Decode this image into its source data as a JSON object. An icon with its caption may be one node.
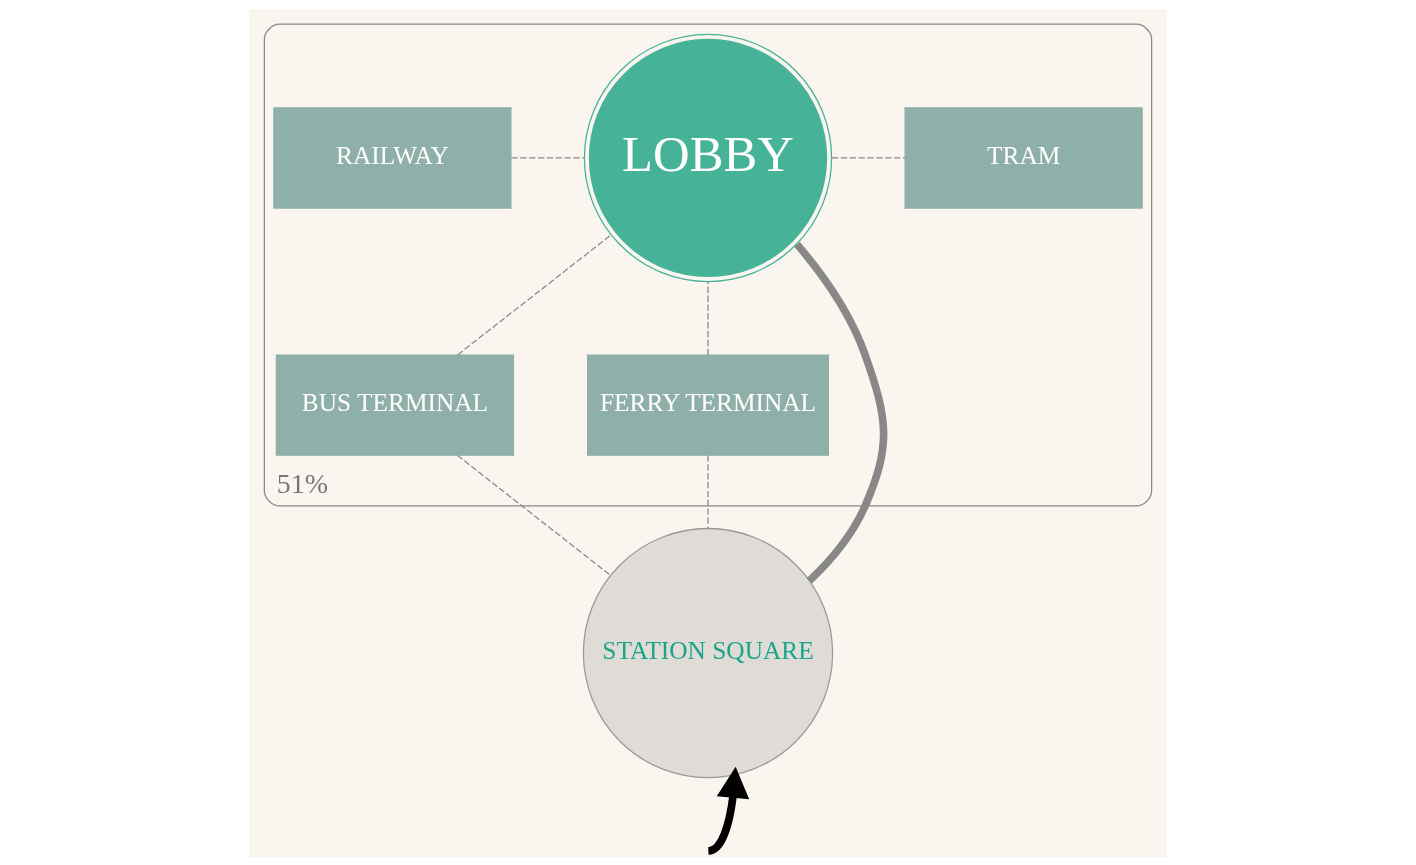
{
  "diagram": {
    "nodes": [
      {
        "text": [
          "51%"
        ]
      },
      {
        "text": [
          "RAILWAY"
        ],
        "in": 0
      },
      {
        "text": [
          "LOBBY"
        ],
        "in": 0
      },
      {
        "text": [
          "TRAM"
        ],
        "in": 0
      },
      {
        "text": [
          "BUS TERMINAL"
        ],
        "in": 0
      },
      {
        "text": [
          "FERRY TERMINAL"
        ],
        "in": 0
      },
      {
        "text": [
          "STATION SQUARE"
        ]
      }
    ],
    "edges": [
      {
        "from": 1,
        "to": 2,
        "arrow": "none",
        "style": "dashed"
      },
      {
        "from": 2,
        "to": 3,
        "arrow": "none",
        "style": "dashed"
      },
      {
        "from": 4,
        "to": 2,
        "arrow": "none",
        "style": "dashed"
      },
      {
        "from": 4,
        "to": 6,
        "arrow": "none",
        "style": "dashed"
      },
      {
        "from": 5,
        "to": 2,
        "arrow": "none",
        "style": "dashed"
      },
      {
        "from": 5,
        "to": 6,
        "arrow": "none",
        "style": "dashed"
      },
      {
        "from": 2,
        "to": 6,
        "arrow": "none",
        "style": "thick"
      },
      {
        "from": null,
        "to": 6,
        "arrow": "to",
        "style": "thick",
        "color": "#000000"
      }
    ]
  }
}
